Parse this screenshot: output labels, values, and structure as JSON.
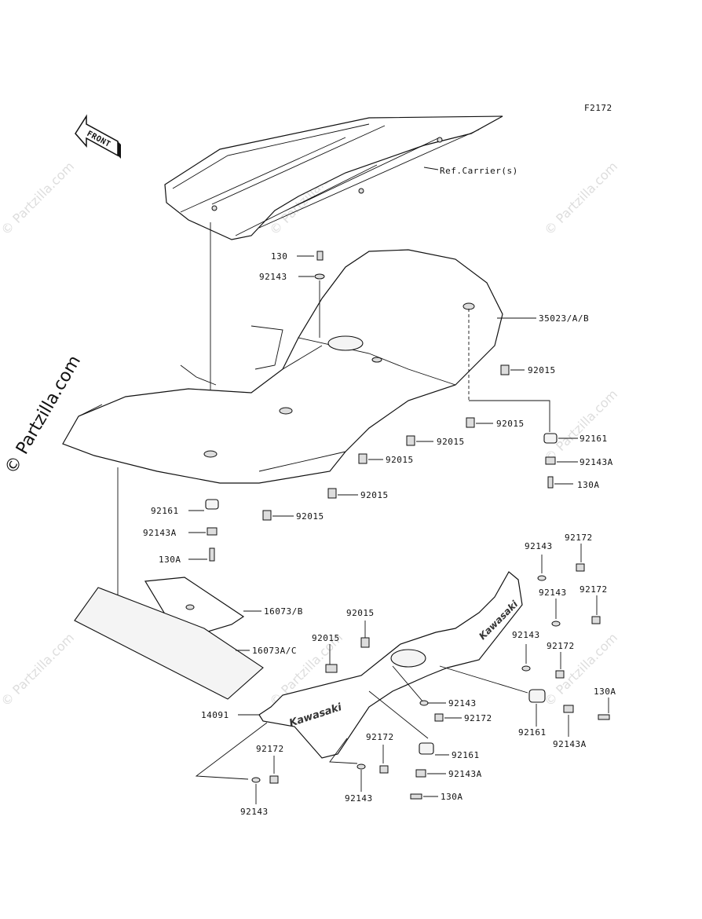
{
  "diagram_id": "F2172",
  "front_label": "FRONT",
  "watermark": "© Partzilla.com",
  "labels": {
    "ref_carrier": "Ref.Carrier(s)",
    "p130": "130",
    "p92143_top": "92143",
    "p35023": "35023/A/B",
    "p92015_a": "92015",
    "p92015_b": "92015",
    "p92015_c": "92015",
    "p92015_d": "92015",
    "p92015_e": "92015",
    "p92015_f": "92015",
    "p92161_r": "92161",
    "p92143A_r": "92143A",
    "p130A_r": "130A",
    "p92161_l": "92161",
    "p92143A_l": "92143A",
    "p130A_l": "130A",
    "p16073B": "16073/B",
    "p16073AC": "16073A/C",
    "p92015_g": "92015",
    "p92015_h": "92015",
    "p14091": "14091",
    "p92143_1": "92143",
    "p92172_1": "92172",
    "p92143_2": "92143",
    "p92172_2": "92172",
    "p92143_3": "92143",
    "p92172_3": "92172",
    "p92143_4": "92143",
    "p92172_4": "92172",
    "p92161_b": "92161",
    "p92143A_b": "92143A",
    "p130A_b": "130A",
    "p130A_rr": "130A",
    "p92161_rr": "92161",
    "p92143A_rr": "92143A",
    "p92172_5": "92172",
    "p92143_5": "92143",
    "p92172_6": "92172",
    "p92143_6": "92143"
  }
}
